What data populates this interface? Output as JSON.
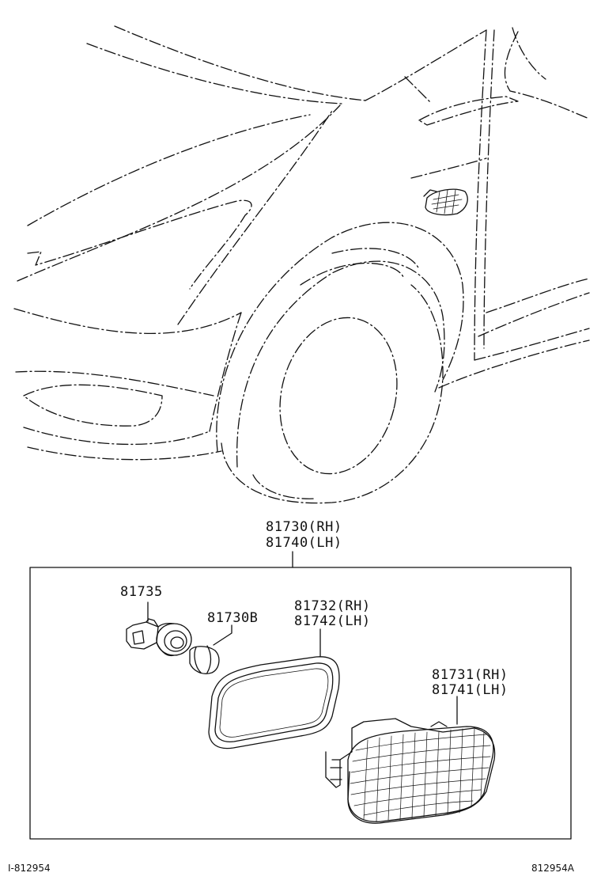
{
  "assembly": {
    "rh": "81730(RH)",
    "lh": "81740(LH)"
  },
  "parts": {
    "socket": "81735",
    "bulb": "81730B",
    "gasket": {
      "rh": "81732(RH)",
      "lh": "81742(LH)"
    },
    "lens": {
      "rh": "81731(RH)",
      "lh": "81741(LH)"
    }
  },
  "footer": {
    "left_code": "I-812954",
    "right_code": "812954A"
  },
  "colors": {
    "line": "#111111",
    "background": "#ffffff"
  }
}
